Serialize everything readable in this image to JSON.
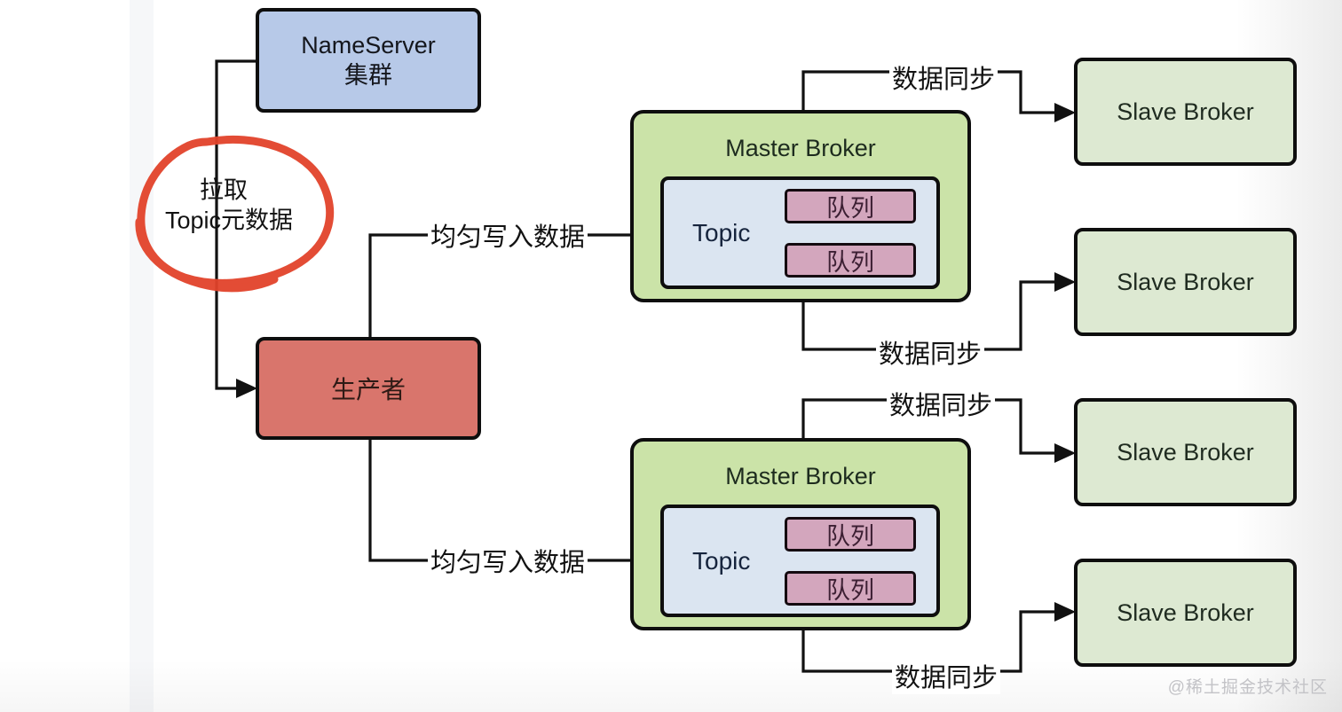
{
  "colors": {
    "nameserver_fill": "#b7c9e8",
    "producer_fill": "#d9756c",
    "master_broker_fill": "#cbe3a8",
    "topic_fill": "#dbe5f1",
    "queue_fill": "#d3a6bd",
    "slave_broker_fill": "#dde9d2",
    "connector_stroke": "#111111",
    "annotation_red": "#e2432b",
    "watermark_gray": "#c3c3c7"
  },
  "nameserver": {
    "line1": "NameServer",
    "line2": "集群"
  },
  "producer": {
    "label": "生产者"
  },
  "annotation": {
    "line1": "拉取",
    "line2": "Topic元数据"
  },
  "master_brokers": [
    {
      "title": "Master Broker",
      "topic_label": "Topic",
      "queues": [
        "队列",
        "队列"
      ]
    },
    {
      "title": "Master Broker",
      "topic_label": "Topic",
      "queues": [
        "队列",
        "队列"
      ]
    }
  ],
  "slave_brokers": [
    {
      "label": "Slave Broker"
    },
    {
      "label": "Slave Broker"
    },
    {
      "label": "Slave Broker"
    },
    {
      "label": "Slave Broker"
    }
  ],
  "edges": {
    "write_labels": [
      "均匀写入数据",
      "均匀写入数据"
    ],
    "sync_labels": [
      "数据同步",
      "数据同步",
      "数据同步",
      "数据同步"
    ]
  },
  "watermark": "@稀土掘金技术社区"
}
